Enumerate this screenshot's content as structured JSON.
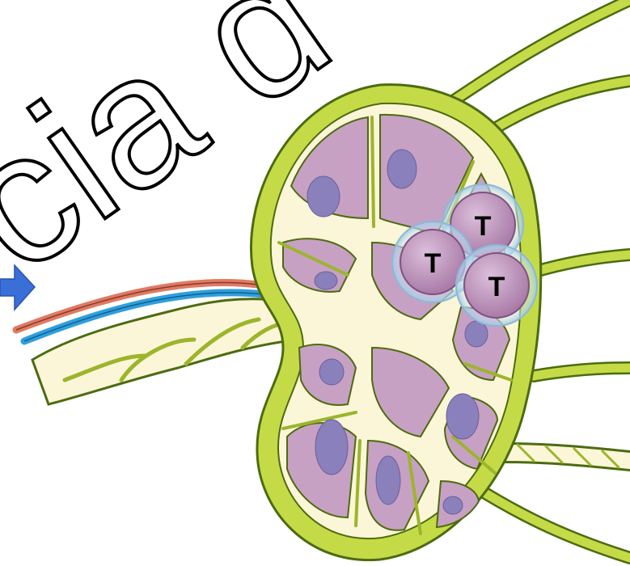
{
  "heading_fragment": "cia d",
  "tcell_labels": [
    "T",
    "T",
    "T"
  ],
  "colors": {
    "capsule": "#c4db47",
    "capsule_outline": "#4d6b10",
    "sinus": "#fbf6d8",
    "lobule": "#c7a1c3",
    "nucleus": "#8a80bb",
    "artery": "#e07a62",
    "vein": "#2f9fdc",
    "arrow": "#3b6fd8",
    "tcell": "#b78bb6",
    "tcell_halo": "#b9d9ef"
  },
  "icons": [
    "right-arrow-icon"
  ]
}
